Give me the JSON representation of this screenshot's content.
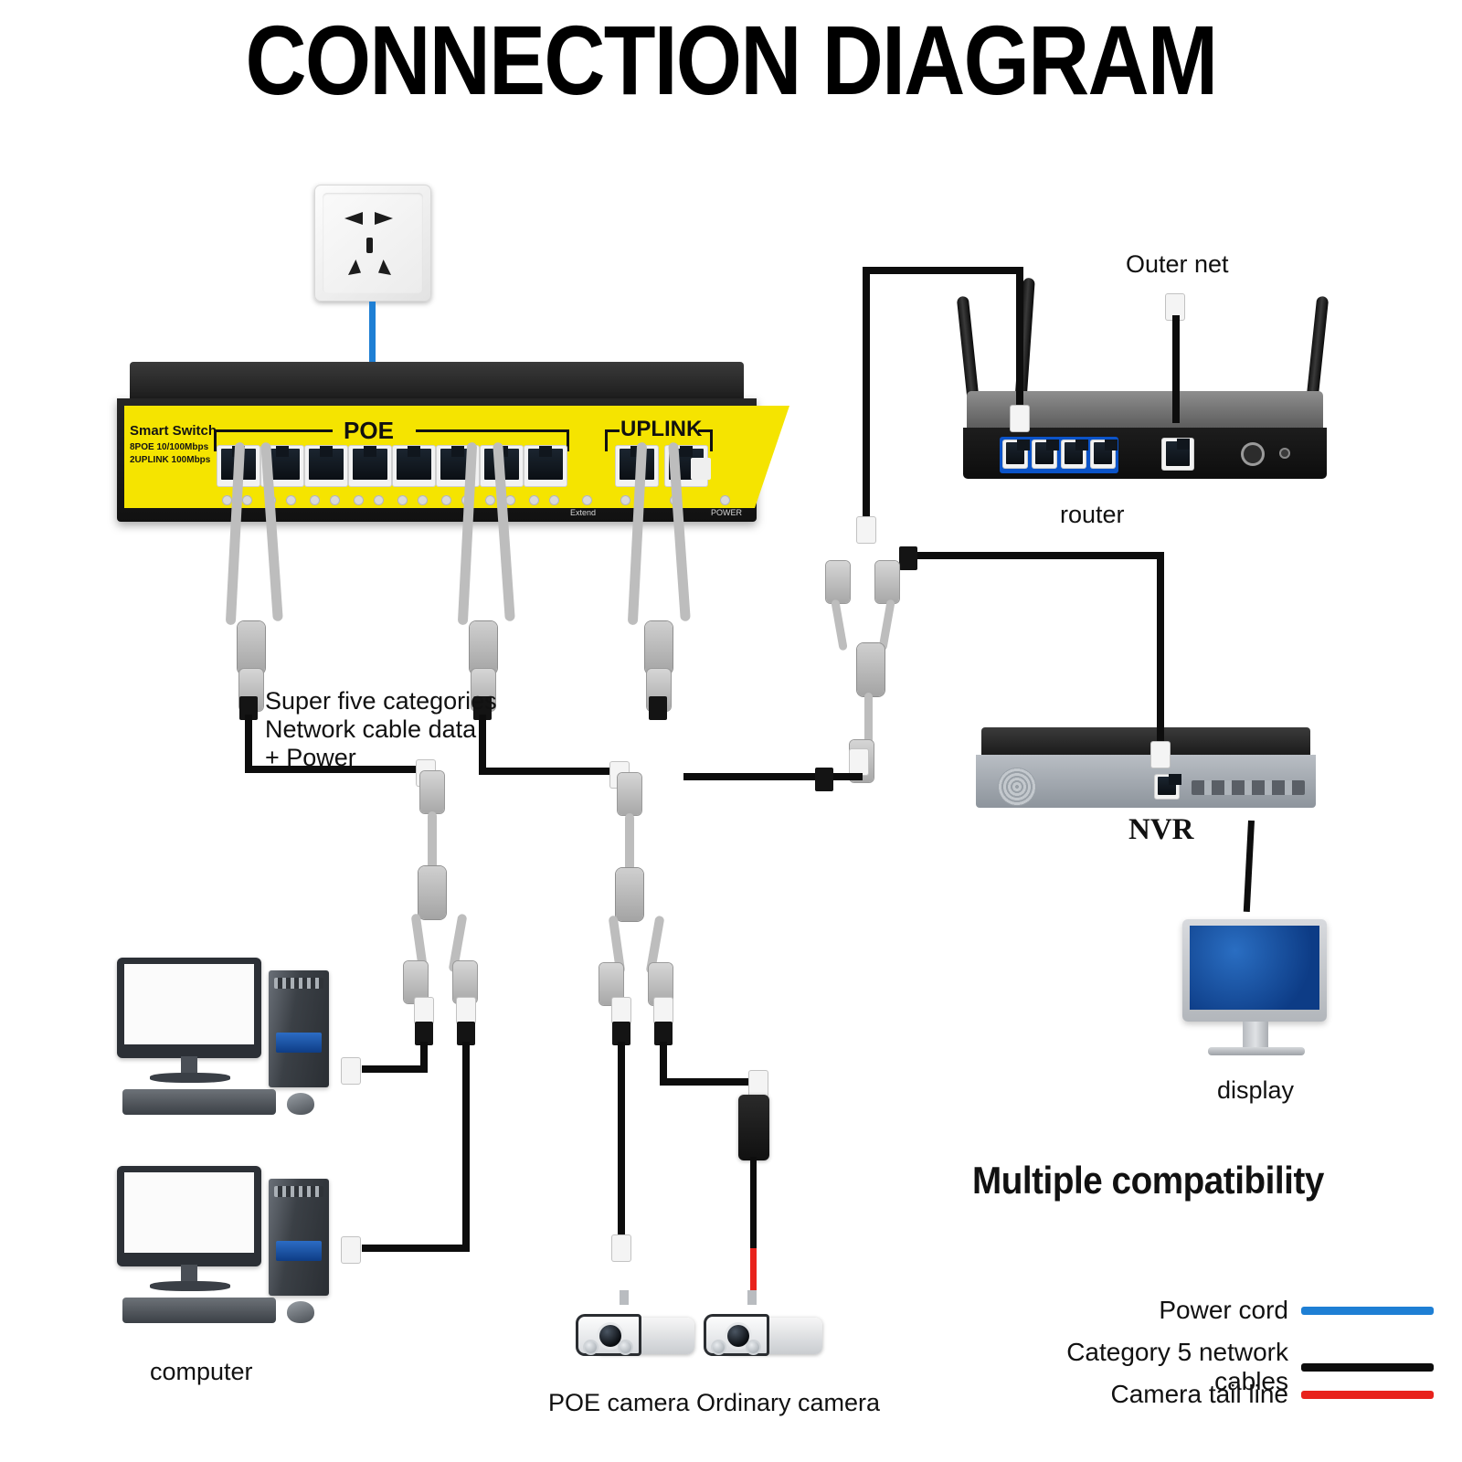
{
  "title": "CONNECTION DIAGRAM",
  "devices": {
    "switch": {
      "brand": "Smart Switch",
      "spec_line_1": "8POE 10/100Mbps",
      "spec_line_2": "2UPLINK 100Mbps",
      "poe_group_label": "POE",
      "uplink_group_label": "UPLINK",
      "extend_label": "Extend",
      "power_label": "POWER",
      "poe_port_count": 8,
      "uplink_port_count": 2
    },
    "router": {
      "label": "router",
      "antennas": 3,
      "lan_ports": 4
    },
    "outer_net": {
      "label": "Outer net"
    },
    "nvr": {
      "label": "NVR"
    },
    "display": {
      "label": "display"
    },
    "computer": {
      "label": "computer"
    },
    "poe_camera": {
      "label": "POE camera"
    },
    "ordinary_camera": {
      "label": "Ordinary camera"
    }
  },
  "annotations": {
    "cable_note_line1": "Super five categories",
    "cable_note_line2": "Network cable data",
    "cable_note_line3": "+ Power"
  },
  "legend": {
    "heading": "Multiple compatibility",
    "items": [
      {
        "label": "Power cord",
        "color": "#1e7fd4"
      },
      {
        "label": "Category 5 network cables",
        "color": "#0d0d0d"
      },
      {
        "label": "Camera tail line",
        "color": "#e8221c"
      }
    ]
  },
  "colors": {
    "power_cord": "#1e7fd4",
    "network_cable": "#0d0d0d",
    "camera_tail": "#e8221c",
    "switch_accent": "#f5e400",
    "router_lan": "#0b53c8"
  }
}
